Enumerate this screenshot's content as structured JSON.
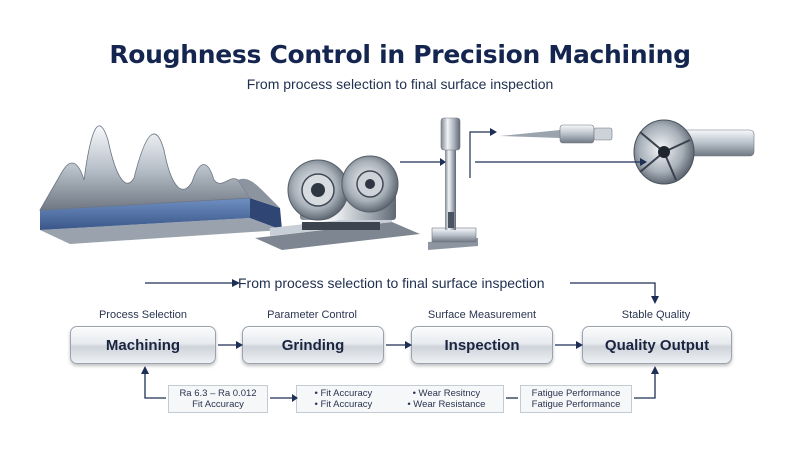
{
  "header": {
    "title": "Roughness Control in Precision Machining",
    "subtitle": "From process selection to final surface inspection"
  },
  "flow": {
    "midline_text": "From process selection to final surface inspection",
    "stages": [
      {
        "label": "Process Selection",
        "box": "Machining"
      },
      {
        "label": "Parameter Control",
        "box": "Grinding"
      },
      {
        "label": "Surface Measurement",
        "box": "Inspection"
      },
      {
        "label": "Stable Quality",
        "box": "Quality Output"
      }
    ],
    "notes": [
      {
        "line1": "Ra 6.3 – Ra 0.012",
        "line2": "Fit Accuracy"
      },
      {
        "col1_line1": "• Fit Accuracy",
        "col1_line2": "• Fit Accuracy",
        "col2_line1": "• Wear Resitncy",
        "col2_line2": "• Wear Resistance"
      },
      {
        "line1": "Fatigue Performance",
        "line2": "Fatigue Performance"
      }
    ]
  },
  "colors": {
    "title": "#14264f",
    "arrow": "#1e2f55",
    "metal_light": "#eef1f4",
    "metal_dark": "#8a939d",
    "accent_blue": "#3f5f9a"
  }
}
